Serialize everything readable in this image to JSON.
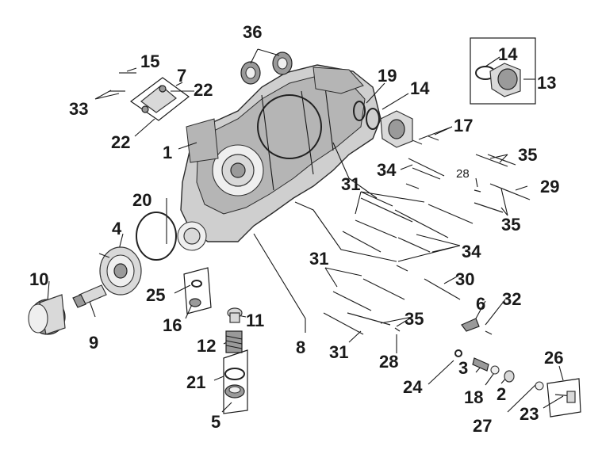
{
  "labels": {
    "l1": "1",
    "l2": "2",
    "l3": "3",
    "l4": "4",
    "l5": "5",
    "l6": "6",
    "l7": "7",
    "l8": "8",
    "l9": "9",
    "l10": "10",
    "l11": "11",
    "l12": "12",
    "l13": "13",
    "l14a": "14",
    "l14b": "14",
    "l15": "15",
    "l16": "16",
    "l17": "17",
    "l18": "18",
    "l19": "19",
    "l20": "20",
    "l21": "21",
    "l22a": "22",
    "l22b": "22",
    "l23": "23",
    "l24": "24",
    "l25": "25",
    "l26": "26",
    "l27": "27",
    "l28a": "28",
    "l28b": "28",
    "l29": "29",
    "l30": "30",
    "l31a": "31",
    "l31b": "31",
    "l31c": "31",
    "l32": "32",
    "l33": "33",
    "l34a": "34",
    "l34b": "34",
    "l35a": "35",
    "l35b": "35",
    "l35c": "35",
    "l36": "36"
  }
}
